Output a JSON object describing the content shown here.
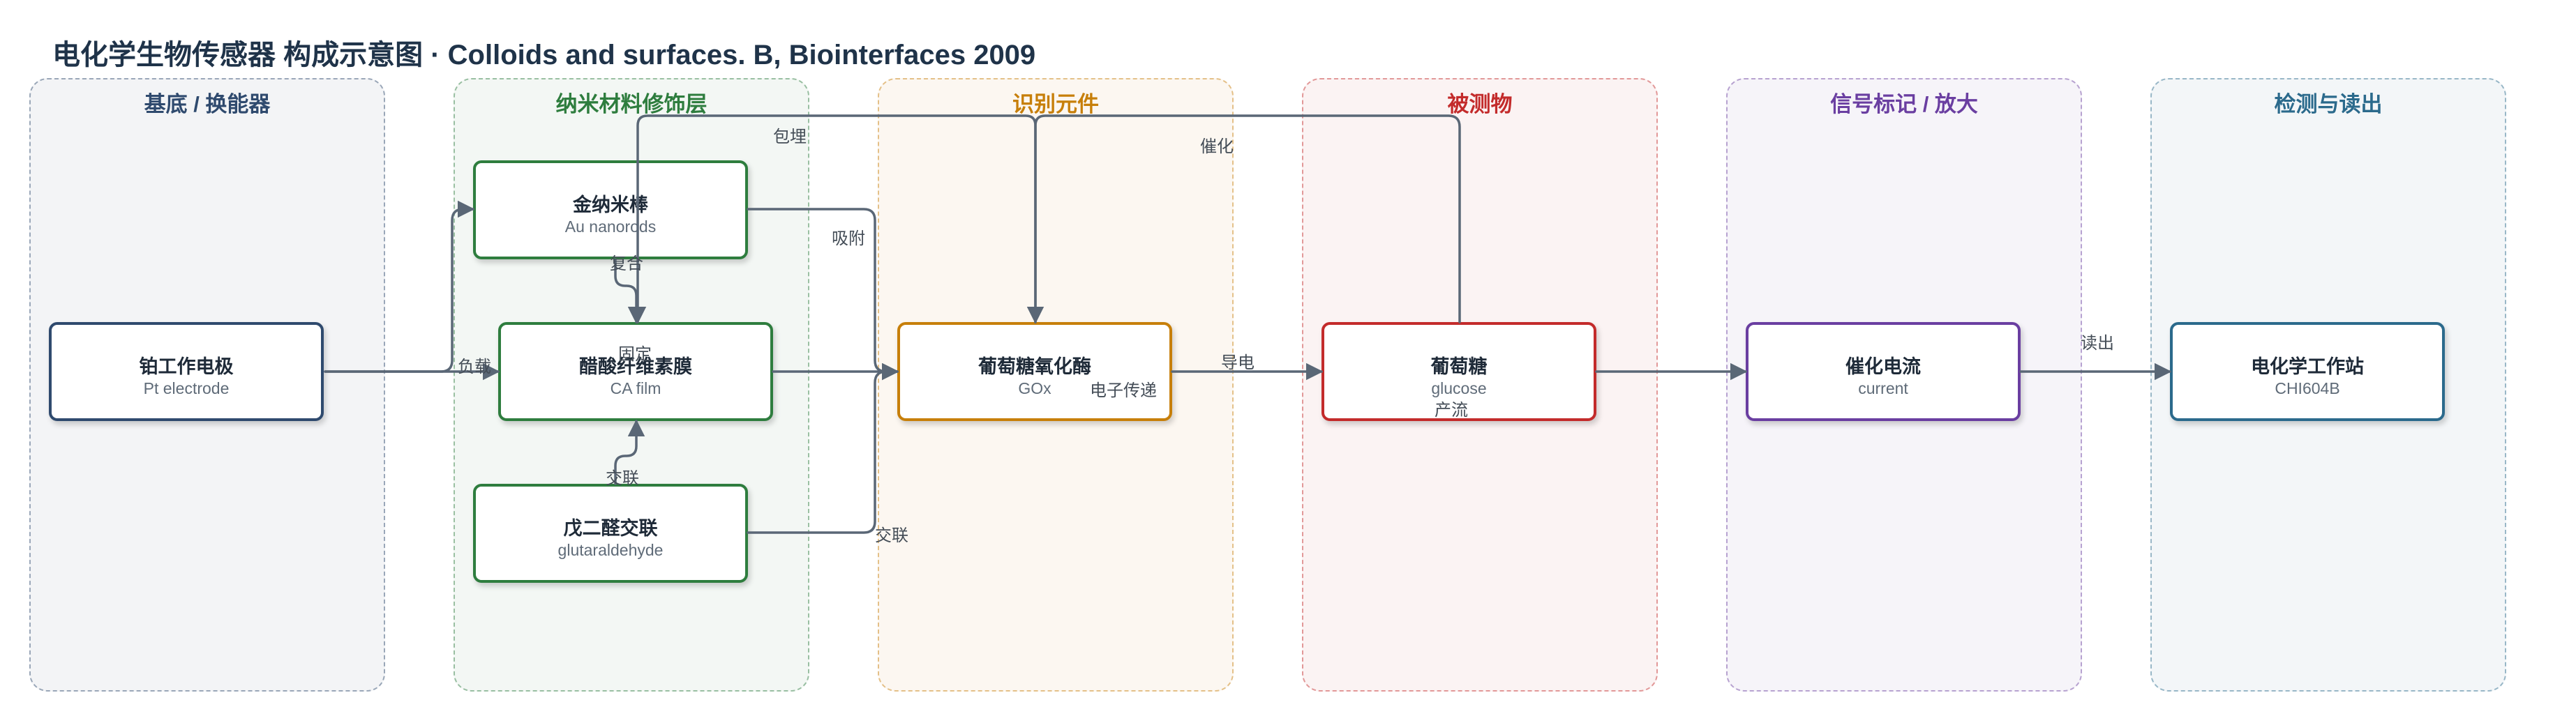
{
  "title": "电化学生物传感器 构成示意图 · Colloids and surfaces. B, Biointerfaces 2009",
  "colors": {
    "edge": "#5a6776",
    "substrate": "#2f4a6e",
    "nano": "#2e7d3e",
    "recognition": "#c77f0a",
    "analyte": "#c32b2b",
    "signal": "#6a3ea1",
    "readout": "#2b6a8c"
  },
  "lanes": [
    {
      "key": "substrate",
      "label": "基底 / 换能器"
    },
    {
      "key": "nano",
      "label": "纳米材料修饰层"
    },
    {
      "key": "recognition",
      "label": "识别元件"
    },
    {
      "key": "analyte",
      "label": "被测物"
    },
    {
      "key": "signal",
      "label": "信号标记 / 放大"
    },
    {
      "key": "readout",
      "label": "检测与读出"
    }
  ],
  "nodes": {
    "pt": {
      "name": "铂工作电极",
      "sub": "Pt electrode"
    },
    "au": {
      "name": "金纳米棒",
      "sub": "Au nanorods"
    },
    "ca": {
      "name": "醋酸纤维素膜",
      "sub": "CA film"
    },
    "glut": {
      "name": "戊二醛交联",
      "sub": "glutaraldehyde"
    },
    "gox": {
      "name": "葡萄糖氧化酶",
      "sub": "GOx"
    },
    "glucose": {
      "name": "葡萄糖",
      "sub": "glucose"
    },
    "current": {
      "name": "催化电流",
      "sub": "current"
    },
    "chi": {
      "name": "电化学工作站",
      "sub": "CHI604B"
    }
  },
  "edge_labels": {
    "load": "负载",
    "encapsulate": "包埋",
    "adsorb": "吸附",
    "catalyze": "催化",
    "composite": "复合",
    "fix": "固定",
    "crosslink_up": "交联",
    "crosslink_right": "交联",
    "electron": "电子传递",
    "conduct": "导电",
    "produce": "产流",
    "readout": "读出"
  }
}
